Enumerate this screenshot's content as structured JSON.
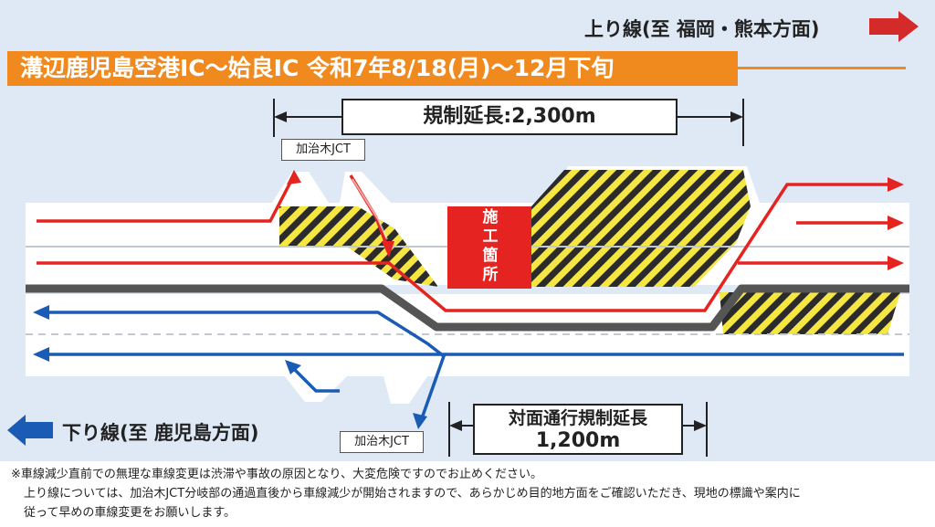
{
  "title": "溝辺鹿児島空港IC～姶良IC 令和7年8/18(月)～12月下旬",
  "up_direction": "上り線(至 福岡・熊本方面)",
  "down_direction": "下り線(至 鹿児島方面)",
  "regulation_length": "規制延長:2,300m",
  "two_way_length": {
    "line1": "対面通行規制延長",
    "line2": "1,200m"
  },
  "jct_label": "加治木JCT",
  "construction_site": [
    "施",
    "工",
    "箇",
    "所"
  ],
  "notes": [
    "※車線減少直前での無理な車線変更は渋滞や事故の原因となり、大変危険ですのでお止めください。",
    "上り線については、加治木JCT分岐部の通過直後から車線減少が開始されますので、あらかじめ目的地方面をご確認いただき、現地の標識や案内に",
    "従って早めの車線変更をお願いします。"
  ],
  "colors": {
    "up_lane": "#e52421",
    "down_lane": "#1a5bb5",
    "title_band": "#f08a1f",
    "direction_arrow_up": "#d42a2a",
    "direction_arrow_down": "#1a5bb5",
    "hatch": "#f5e642"
  }
}
